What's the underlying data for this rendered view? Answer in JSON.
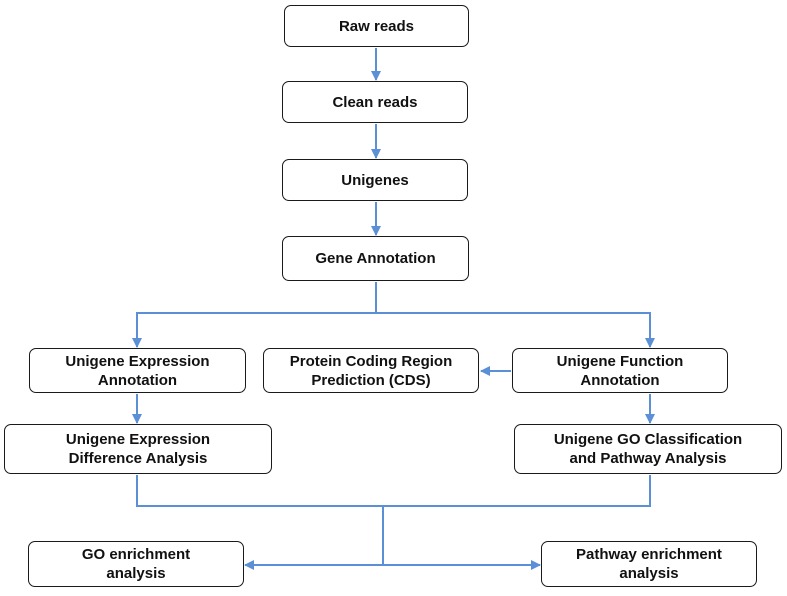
{
  "colors": {
    "connector": "#5b8fd6",
    "border": "#1a1a1a",
    "text": "#111111"
  },
  "nodes": [
    {
      "id": "raw-reads",
      "lines": [
        "Raw reads"
      ]
    },
    {
      "id": "clean-reads",
      "lines": [
        "Clean reads"
      ]
    },
    {
      "id": "unigenes",
      "lines": [
        "Unigenes"
      ]
    },
    {
      "id": "gene-annotation",
      "lines": [
        "Gene Annotation"
      ]
    },
    {
      "id": "unigene-expression-annotation",
      "lines": [
        "Unigene Expression",
        "Annotation"
      ]
    },
    {
      "id": "protein-coding-region-prediction",
      "lines": [
        "Protein Coding Region",
        "Prediction (CDS)"
      ]
    },
    {
      "id": "unigene-function-annotation",
      "lines": [
        "Unigene Function",
        "Annotation"
      ]
    },
    {
      "id": "unigene-expression-difference-analysis",
      "lines": [
        "Unigene Expression",
        "Difference Analysis"
      ]
    },
    {
      "id": "unigene-go-classification",
      "lines": [
        "Unigene GO Classification",
        "and Pathway Analysis"
      ]
    },
    {
      "id": "go-enrichment-analysis",
      "lines": [
        "GO enrichment",
        "analysis"
      ]
    },
    {
      "id": "pathway-enrichment-analysis",
      "lines": [
        "Pathway enrichment",
        "analysis"
      ]
    }
  ],
  "edges": [
    {
      "from": "raw-reads",
      "to": "clean-reads"
    },
    {
      "from": "clean-reads",
      "to": "unigenes"
    },
    {
      "from": "unigenes",
      "to": "gene-annotation"
    },
    {
      "from": "gene-annotation",
      "to": "unigene-expression-annotation"
    },
    {
      "from": "gene-annotation",
      "to": "unigene-function-annotation"
    },
    {
      "from": "unigene-function-annotation",
      "to": "protein-coding-region-prediction"
    },
    {
      "from": "unigene-expression-annotation",
      "to": "unigene-expression-difference-analysis"
    },
    {
      "from": "unigene-function-annotation",
      "to": "unigene-go-classification"
    },
    {
      "from": "unigene-expression-difference-analysis",
      "to": "go-enrichment-analysis"
    },
    {
      "from": "unigene-go-classification",
      "to": "pathway-enrichment-analysis"
    }
  ]
}
